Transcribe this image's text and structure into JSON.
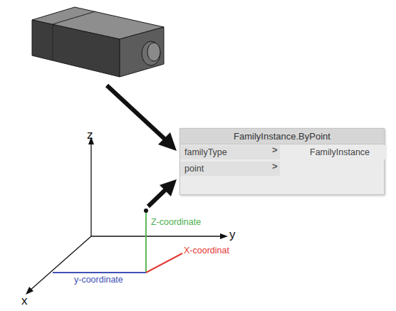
{
  "diagram": {
    "nodes": [
      {
        "text": [
          "FamilyInstance.ByPoint"
        ]
      },
      {
        "text": [
          "familyType"
        ],
        "in": 0
      },
      {
        "text": [
          "point"
        ],
        "in": 0
      },
      {
        "text": [
          "FamilyInstance"
        ],
        "in": 0
      }
    ],
    "labels": [
      "z",
      "y",
      "x",
      "Z-coordinate",
      "X-coordinat",
      "y-coordinate",
      ">",
      ">"
    ]
  }
}
